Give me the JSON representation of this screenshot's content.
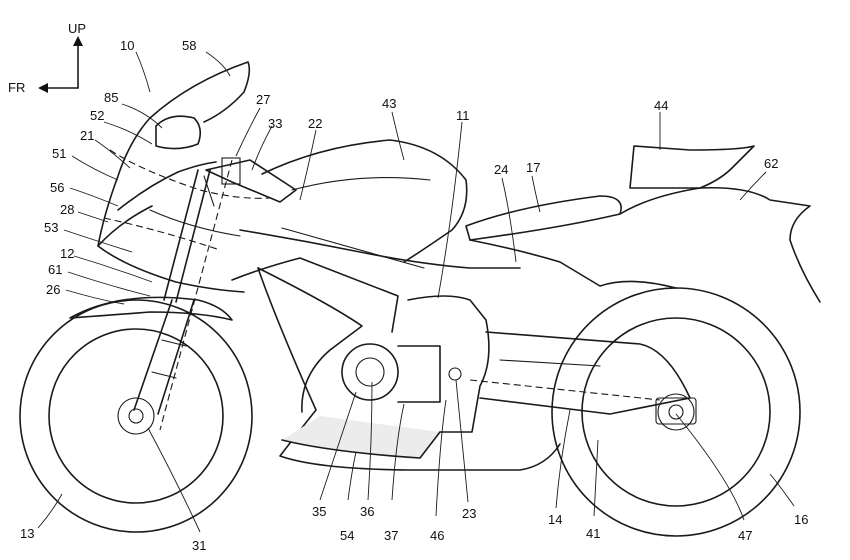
{
  "orientation": {
    "up_label": "UP",
    "front_label": "FR"
  },
  "reference_numerals": {
    "n10": "10",
    "n11": "11",
    "n12": "12",
    "n13": "13",
    "n14": "14",
    "n16": "16",
    "n17": "17",
    "n21": "21",
    "n22": "22",
    "n23": "23",
    "n24": "24",
    "n26": "26",
    "n27": "27",
    "n28": "28",
    "n31": "31",
    "n33": "33",
    "n35": "35",
    "n36": "36",
    "n37": "37",
    "n41": "41",
    "n43": "43",
    "n44": "44",
    "n46": "46",
    "n47": "47",
    "n51": "51",
    "n52": "52",
    "n53": "53",
    "n54": "54",
    "n56": "56",
    "n58": "58",
    "n61": "61",
    "n62": "62",
    "n85": "85"
  }
}
